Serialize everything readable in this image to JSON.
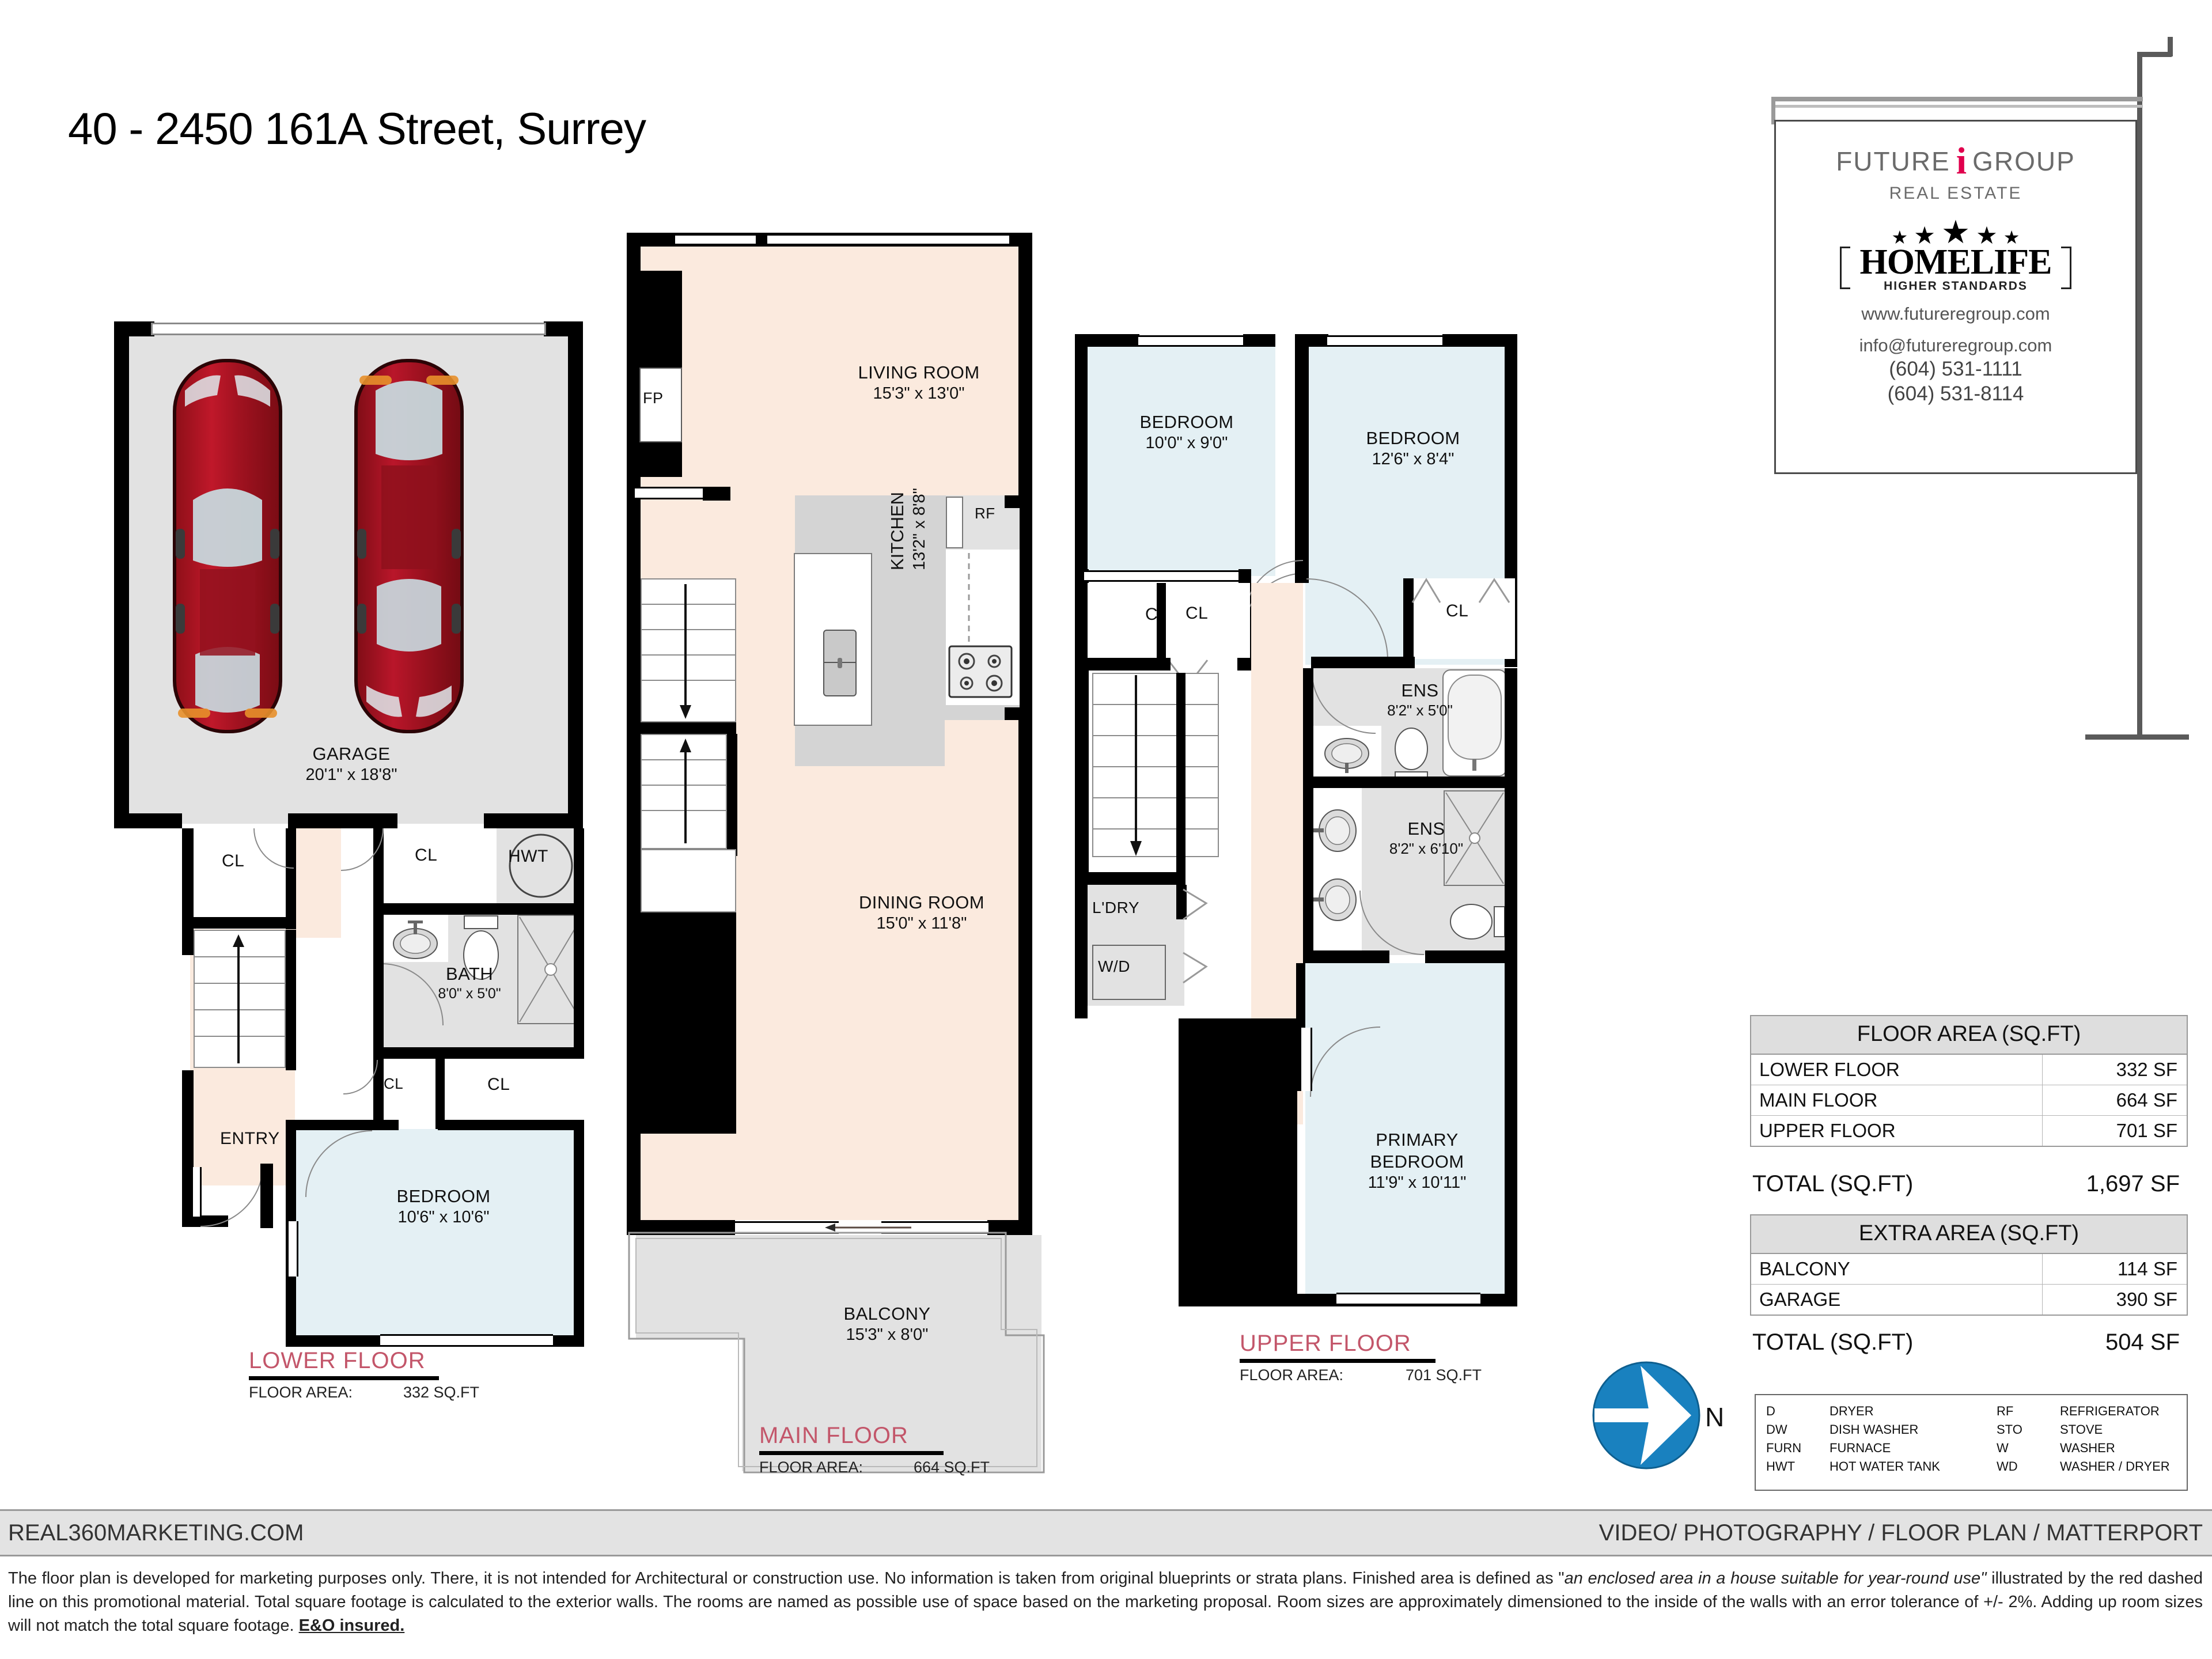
{
  "title": "40 - 2450 161A Street, Surrey",
  "logo": {
    "brand_top": "FUTURE",
    "brand_i": "i",
    "brand_top2": "GROUP",
    "brand_sub": "REAL ESTATE",
    "homelife": "HOMELIFE",
    "homelife_sub": "HIGHER STANDARDS",
    "website": "www.futureregroup.com",
    "email": "info@futureregroup.com",
    "phone1": "(604) 531-1111",
    "phone2": "(604) 531-8114",
    "accent": "#e0004d"
  },
  "floors": [
    {
      "id": "lower",
      "title": "LOWER FLOOR",
      "area_label": "FLOOR AREA:",
      "area_value": "332 SQ.FT",
      "rooms": [
        {
          "name": "GARAGE",
          "dim": "20'1\" x 18'8\""
        },
        {
          "name": "BEDROOM",
          "dim": "10'6\" x 10'6\""
        },
        {
          "name": "BATH",
          "dim": "8'0\" x 5'0\""
        },
        {
          "name": "ENTRY",
          "dim": ""
        }
      ],
      "tags": [
        "CL",
        "CL",
        "CL",
        "CL",
        "HWT"
      ]
    },
    {
      "id": "main",
      "title": "MAIN FLOOR",
      "area_label": "FLOOR AREA:",
      "area_value": "664 SQ.FT",
      "rooms": [
        {
          "name": "LIVING ROOM",
          "dim": "15'3\" x 13'0\""
        },
        {
          "name": "KITCHEN",
          "dim": "13'2\" x 8'8\""
        },
        {
          "name": "DINING ROOM",
          "dim": "15'0\" x 11'8\""
        },
        {
          "name": "BALCONY",
          "dim": "15'3\" x 8'0\""
        }
      ],
      "tags": [
        "FP",
        "RF"
      ]
    },
    {
      "id": "upper",
      "title": "UPPER FLOOR",
      "area_label": "FLOOR AREA:",
      "area_value": "701 SQ.FT",
      "rooms": [
        {
          "name": "BEDROOM",
          "dim": "10'0\" x 9'0\""
        },
        {
          "name": "BEDROOM",
          "dim": "12'6\" x 8'4\""
        },
        {
          "name": "ENS",
          "dim": "8'2\" x 5'0\""
        },
        {
          "name": "ENS",
          "dim": "8'2\" x 6'10\""
        },
        {
          "name": "PRIMARY BEDROOM",
          "dim": "11'9\" x 10'11\""
        }
      ],
      "tags": [
        "CL",
        "CL",
        "CL",
        "CL",
        "CL",
        "L'DRY",
        "W/D"
      ]
    }
  ],
  "labels": {
    "living_room": "LIVING ROOM",
    "living_room_dim": "15'3\" x 13'0\"",
    "kitchen": "KITCHEN",
    "kitchen_dim": "13'2\" x 8'8\"",
    "dining_room": "DINING ROOM",
    "dining_room_dim": "15'0\" x 11'8\"",
    "balcony": "BALCONY",
    "balcony_dim": "15'3\" x 8'0\"",
    "garage": "GARAGE",
    "garage_dim": "20'1\" x 18'8\"",
    "bath": "BATH",
    "bath_dim": "8'0\" x 5'0\"",
    "bedroom_lower": "BEDROOM",
    "bedroom_lower_dim": "10'6\" x 10'6\"",
    "entry": "ENTRY",
    "bedroom_u1": "BEDROOM",
    "bedroom_u1_dim": "10'0\" x 9'0\"",
    "bedroom_u2": "BEDROOM",
    "bedroom_u2_dim": "12'6\" x 8'4\"",
    "ens1": "ENS",
    "ens1_dim": "8'2\" x 5'0\"",
    "ens2": "ENS",
    "ens2_dim": "8'2\" x 6'10\"",
    "primary": "PRIMARY",
    "primary2": "BEDROOM",
    "primary_dim": "11'9\" x 10'11\"",
    "cl": "CL",
    "hwt": "HWT",
    "fp": "FP",
    "rf": "RF",
    "ldry": "L'DRY",
    "wd": "W/D",
    "north": "N"
  },
  "floor_area_table": {
    "header": "FLOOR AREA (SQ.FT)",
    "rows": [
      {
        "label": "LOWER FLOOR",
        "value": "332 SF"
      },
      {
        "label": "MAIN FLOOR",
        "value": "664 SF"
      },
      {
        "label": "UPPER FLOOR",
        "value": "701 SF"
      }
    ],
    "total_label": "TOTAL (SQ.FT)",
    "total_value": "1,697 SF"
  },
  "extra_area_table": {
    "header": "EXTRA AREA (SQ.FT)",
    "rows": [
      {
        "label": "BALCONY",
        "value": "114 SF"
      },
      {
        "label": "GARAGE",
        "value": "390 SF"
      }
    ],
    "total_label": "TOTAL (SQ.FT)",
    "total_value": "504 SF"
  },
  "legend": [
    {
      "abbr": "D",
      "name": "DRYER",
      "abbr2": "RF",
      "name2": "REFRIGERATOR"
    },
    {
      "abbr": "DW",
      "name": "DISH WASHER",
      "abbr2": "STO",
      "name2": "STOVE"
    },
    {
      "abbr": "FURN",
      "name": "FURNACE",
      "abbr2": "W",
      "name2": "WASHER"
    },
    {
      "abbr": "HWT",
      "name": "HOT WATER TANK",
      "abbr2": "WD",
      "name2": "WASHER / DRYER"
    }
  ],
  "footer": {
    "left": "REAL360MARKETING.COM",
    "right": "VIDEO/ PHOTOGRAPHY / FLOOR PLAN / MATTERPORT",
    "disclaimer_1": "The floor plan is developed for marketing purposes only. There, it is not intended for Architectural or construction use. No information is  taken from original blueprints or strata plans. Finished area is defined as  \"",
    "disclaimer_italic": "an enclosed area in a house suitable for year-round use\"",
    "disclaimer_2": " illustrated by the red dashed line on this promotional material. Total square footage is calculated to the exterior walls. The rooms are named as possible use of space based on the marketing proposal. Room sizes are approximately dimensioned to the inside of the walls with an error tolerance of +/- 2%. Adding up room sizes will not match the total square footage. ",
    "disclaimer_bold": "E&O insured."
  }
}
